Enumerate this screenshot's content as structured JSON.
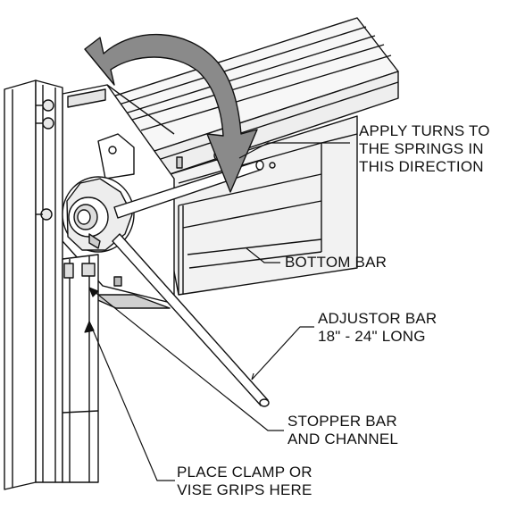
{
  "figure": {
    "labels": {
      "apply_turns": [
        "APPLY TURNS TO",
        "THE SPRINGS IN",
        "THIS DIRECTION"
      ],
      "bottom_bar": [
        "BOTTOM BAR"
      ],
      "adjustor_bar": [
        "ADJUSTOR BAR",
        "18\" - 24\" LONG"
      ],
      "stopper_bar": [
        "STOPPER BAR",
        "AND CHANNEL"
      ],
      "place_clamp": [
        "PLACE CLAMP OR",
        "VISE GRIPS HERE"
      ]
    },
    "colors": {
      "line": "#111111",
      "fill_light": "#f4f4f4",
      "fill_mid": "#d9d9d9",
      "fill_dark": "#9a9a9a"
    }
  }
}
